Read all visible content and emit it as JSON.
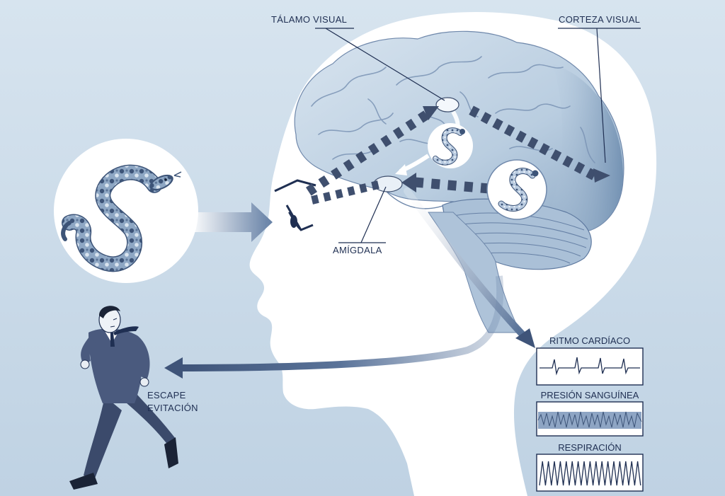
{
  "labels": {
    "thalamus": "TÁLAMO VISUAL",
    "cortex": "CORTEZA VISUAL",
    "amygdala": "AMÍGDALA",
    "escape_line1": "ESCAPE",
    "escape_line2": "EVITACIÓN"
  },
  "responses": [
    {
      "label": "RITMO CARDÍACO",
      "signal": "heart"
    },
    {
      "label": "PRESIÓN SANGUÍNEA",
      "signal": "pressure"
    },
    {
      "label": "RESPIRACIÓN",
      "signal": "breathing"
    }
  ],
  "colors": {
    "background": "#c9dae8",
    "head": "#ffffff",
    "brain": "#b8cde0",
    "pathway": "#3f4f6e",
    "label": "#1f2f52"
  }
}
